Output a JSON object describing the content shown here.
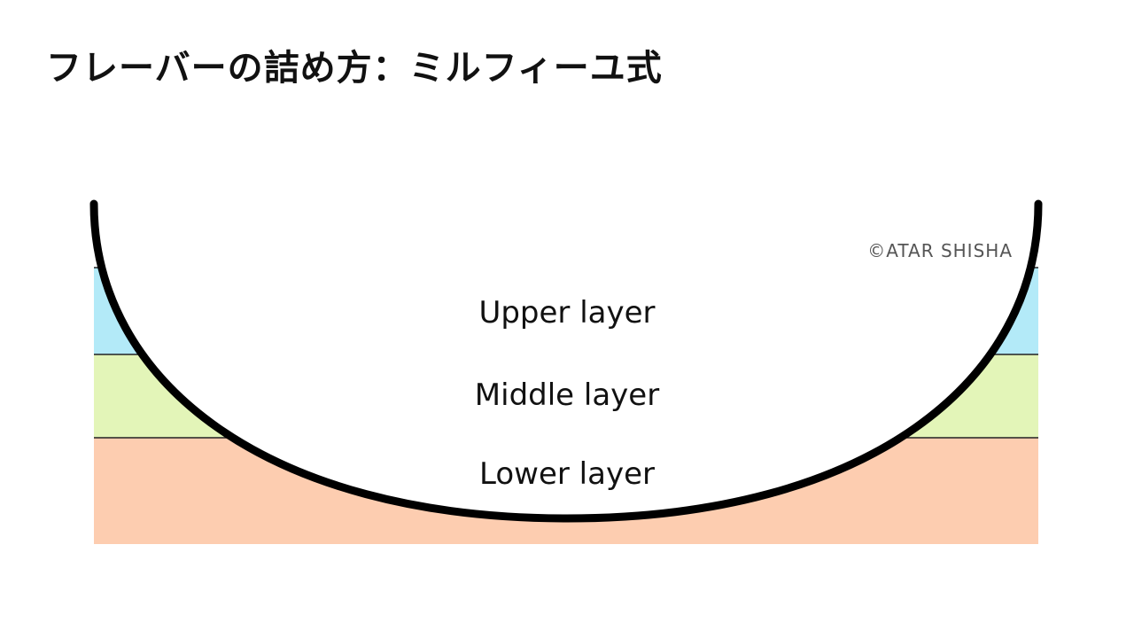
{
  "title": "フレーバーの詰め方：ミルフィーユ式",
  "layers": [
    {
      "label": "Upper layer",
      "color": "#b3eaf8"
    },
    {
      "label": "Middle layer",
      "color": "#e3f5b8"
    },
    {
      "label": "Lower layer",
      "color": "#fdcdb0"
    }
  ],
  "credit": "©ATAR SHISHA",
  "bowl_outline_color": "#000000"
}
